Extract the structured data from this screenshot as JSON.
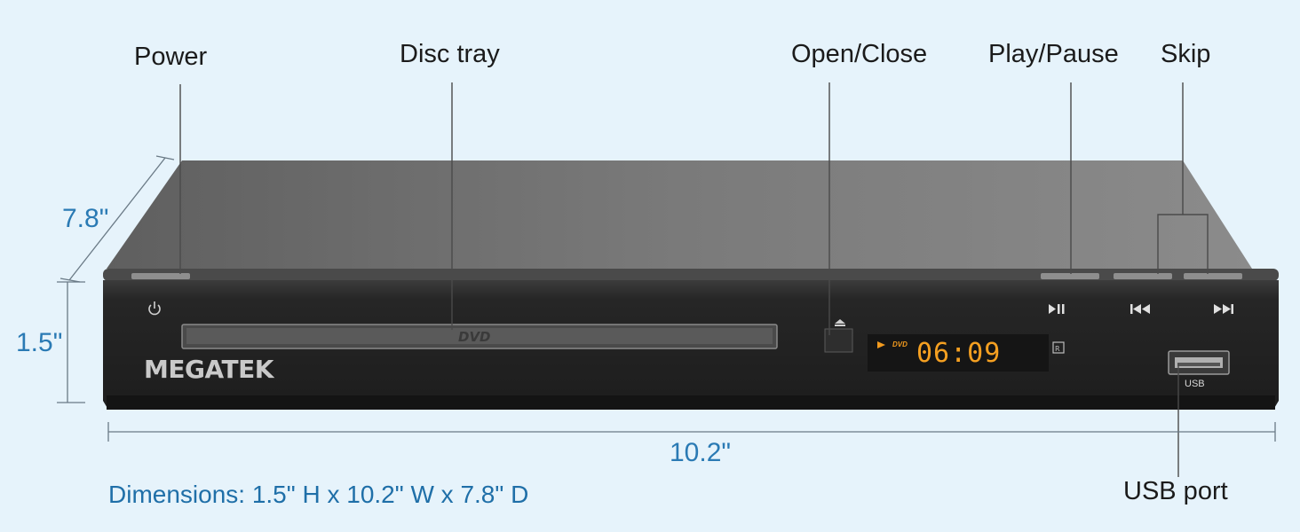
{
  "callouts": {
    "power": "Power",
    "disc_tray": "Disc tray",
    "open_close": "Open/Close",
    "play_pause": "Play/Pause",
    "skip": "Skip",
    "usb_port": "USB port"
  },
  "dimensions": {
    "depth": "7.8\"",
    "height": "1.5\"",
    "width": "10.2\"",
    "summary": "Dimensions: 1.5\" H x 10.2\" W x 7.8\" D"
  },
  "device": {
    "brand": "MEGATEK",
    "tray_label": "DVD",
    "display_mode": "DVD",
    "display_time": "06:09",
    "usb_label": "USB"
  },
  "icons": [
    "power-icon",
    "eject-icon",
    "play-pause-icon",
    "skip-back-icon",
    "skip-forward-icon",
    "ir-icon"
  ],
  "colors": {
    "background": "#e6f3fb",
    "dimension_text": "#2a7ab4",
    "display_digits": "#f5a021"
  }
}
